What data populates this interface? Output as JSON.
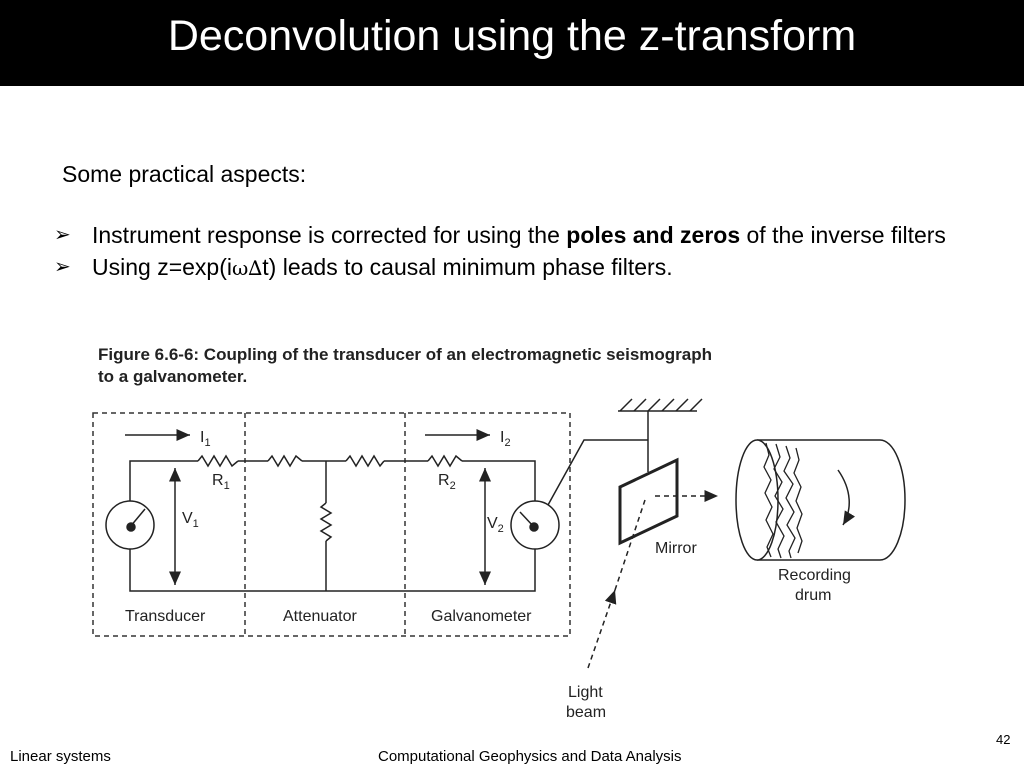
{
  "slide": {
    "title": "Deconvolution using the z-transform",
    "intro": "Some practical aspects:",
    "bullets": [
      {
        "pre": "Instrument response is corrected for using the ",
        "bold": "poles and zeros",
        "post": " of the inverse filters"
      },
      {
        "pre": "Using z=exp(i",
        "symbol": "ω∆",
        "post": "t) leads to causal minimum phase filters."
      }
    ],
    "bullet_marker": "➢",
    "page_number": "42"
  },
  "figure": {
    "caption_line1": "Figure 6.6-6: Coupling of the transducer of an electromagnetic seismograph",
    "caption_line2": "to a galvanometer.",
    "labels": {
      "I": "I",
      "I1_sub": "1",
      "I2_sub": "2",
      "R": "R",
      "R1_sub": "1",
      "R2_sub": "2",
      "V": "V",
      "V1_sub": "1",
      "V2_sub": "2",
      "transducer": "Transducer",
      "attenuator": "Attenuator",
      "galvanometer": "Galvanometer",
      "mirror": "Mirror",
      "recording": "Recording",
      "drum": "drum",
      "light": "Light",
      "beam": "beam"
    }
  },
  "footer": {
    "left": "Linear systems",
    "center": "Computational Geophysics and Data Analysis"
  }
}
